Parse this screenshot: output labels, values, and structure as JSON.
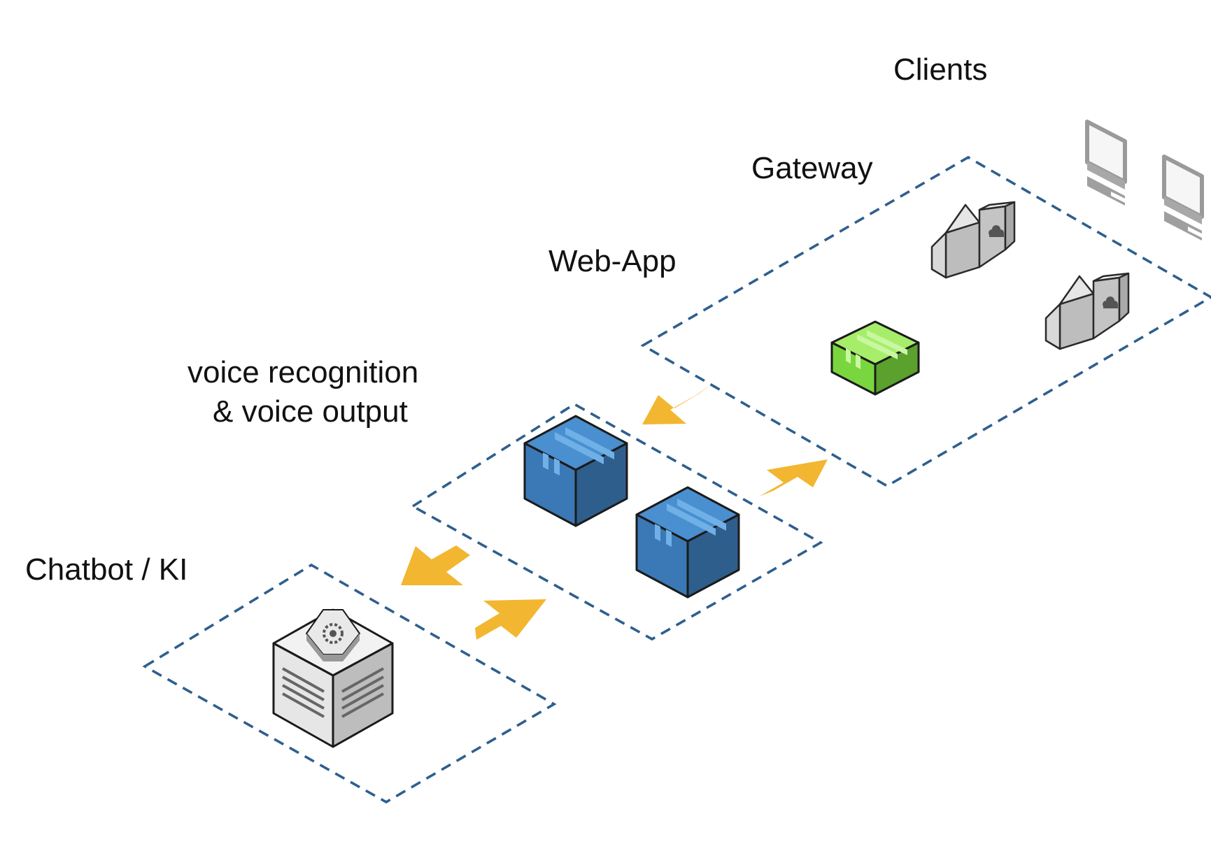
{
  "labels": {
    "clients": "Clients",
    "gateway": "Gateway",
    "web_app": "Web-App",
    "voice_line1": "voice recognition",
    "voice_line2": "& voice output",
    "chatbot": "Chatbot / KI"
  },
  "colors": {
    "zone_border": "#2e5f8e",
    "arrow": "#f2b630",
    "webapp_box": "#7ad63e",
    "voice_box": "#3d7ab8",
    "server": "#e4e4e4",
    "gateway_device": "#cfcfcf",
    "client_device": "#999999"
  },
  "icons": {
    "client_1": "desktop-computer-icon",
    "client_2": "desktop-computer-icon",
    "gateway_1": "gateway-cloud-icon",
    "gateway_2": "gateway-cloud-icon",
    "web_app": "package-box-icon",
    "voice_1": "package-box-icon",
    "voice_2": "package-box-icon",
    "chatbot": "server-gear-icon"
  }
}
